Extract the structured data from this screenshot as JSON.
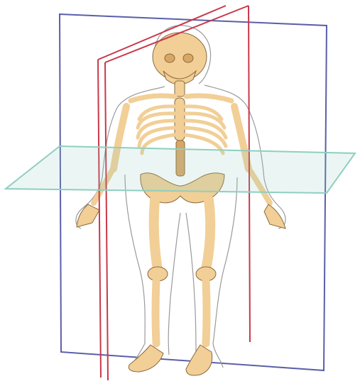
{
  "figure": {
    "colors": {
      "background": "#ffffff",
      "coronal_plane": "#5a5fa8",
      "sagittal_plane": "#c8384a",
      "transverse_plane": "#8fcfc0",
      "bone": "#f1cf96",
      "bone_shade": "#d9a765",
      "bone_outline": "#8a6a3c",
      "skin_outline": "#9a9a9a",
      "rib_shadow": "#b9c6d6"
    },
    "icons": [
      "skeleton-illustration",
      "body-outline",
      "coronal-plane",
      "sagittal-plane",
      "transverse-plane"
    ]
  }
}
